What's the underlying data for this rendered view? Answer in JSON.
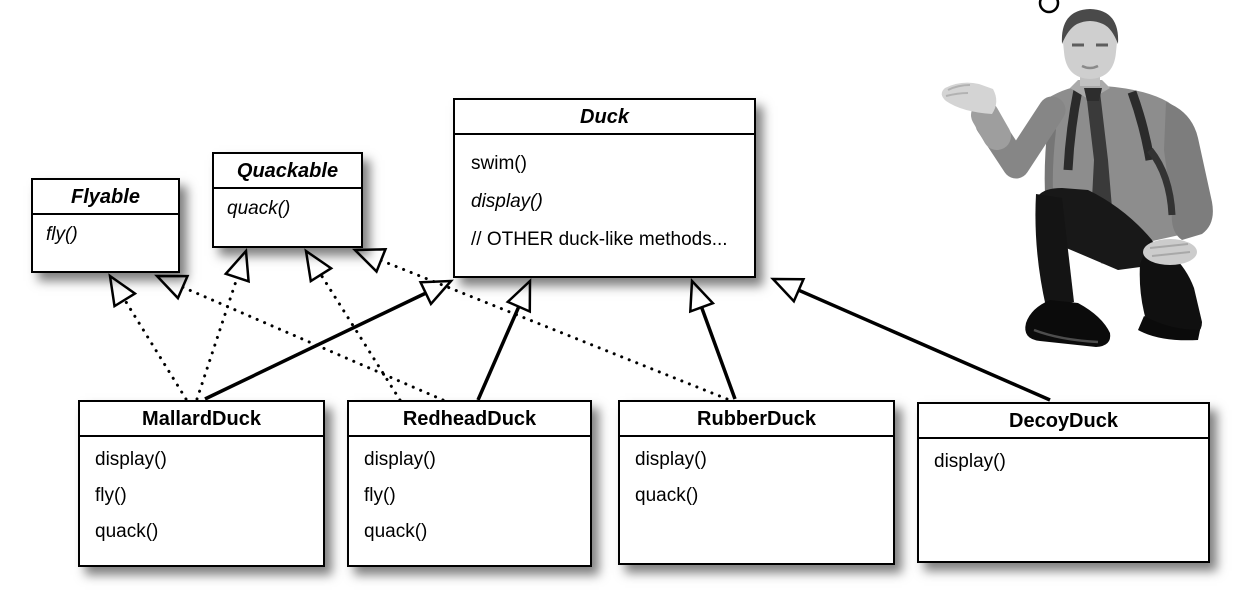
{
  "diagram": {
    "classes": [
      {
        "id": "flyable",
        "name": "Flyable",
        "kind": "interface",
        "methods": [
          {
            "text": "fly()",
            "italic": true
          }
        ]
      },
      {
        "id": "quackable",
        "name": "Quackable",
        "kind": "interface",
        "methods": [
          {
            "text": "quack()",
            "italic": true
          }
        ]
      },
      {
        "id": "duck",
        "name": "Duck",
        "kind": "abstract",
        "methods": [
          {
            "text": "swim()",
            "italic": false
          },
          {
            "text": "display()",
            "italic": true
          },
          {
            "text": "// OTHER duck-like methods...",
            "italic": false
          }
        ]
      },
      {
        "id": "mallard-duck",
        "name": "MallardDuck",
        "kind": "class",
        "methods": [
          {
            "text": "display()",
            "italic": false
          },
          {
            "text": "fly()",
            "italic": false
          },
          {
            "text": "quack()",
            "italic": false
          }
        ]
      },
      {
        "id": "redhead-duck",
        "name": "RedheadDuck",
        "kind": "class",
        "methods": [
          {
            "text": "display()",
            "italic": false
          },
          {
            "text": "fly()",
            "italic": false
          },
          {
            "text": "quack()",
            "italic": false
          }
        ]
      },
      {
        "id": "rubber-duck",
        "name": "RubberDuck",
        "kind": "class",
        "methods": [
          {
            "text": "display()",
            "italic": false
          },
          {
            "text": "quack()",
            "italic": false
          }
        ]
      },
      {
        "id": "decoy-duck",
        "name": "DecoyDuck",
        "kind": "class",
        "methods": [
          {
            "text": "display()",
            "italic": false
          }
        ]
      }
    ],
    "relations": [
      {
        "from": "mallard-duck",
        "to": "flyable",
        "type": "implements"
      },
      {
        "from": "mallard-duck",
        "to": "quackable",
        "type": "implements"
      },
      {
        "from": "mallard-duck",
        "to": "duck",
        "type": "extends"
      },
      {
        "from": "redhead-duck",
        "to": "flyable",
        "type": "implements"
      },
      {
        "from": "redhead-duck",
        "to": "quackable",
        "type": "implements"
      },
      {
        "from": "redhead-duck",
        "to": "duck",
        "type": "extends"
      },
      {
        "from": "rubber-duck",
        "to": "quackable",
        "type": "implements"
      },
      {
        "from": "rubber-duck",
        "to": "duck",
        "type": "extends"
      },
      {
        "from": "decoy-duck",
        "to": "duck",
        "type": "extends"
      }
    ]
  },
  "illustration": {
    "alt": "black-and-white photo of a man kneeling and presenting with an open upturned palm"
  },
  "colors": {
    "ink": "#000000",
    "background": "#ffffff",
    "box_fill": "#ffffff"
  }
}
